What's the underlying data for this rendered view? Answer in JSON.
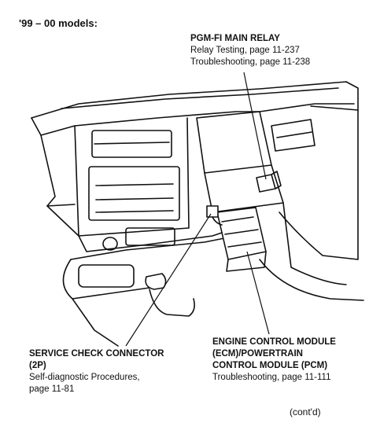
{
  "header": {
    "models": "'99 – 00 models:"
  },
  "callouts": {
    "relay": {
      "title": "PGM-FI MAIN RELAY",
      "lines": [
        "Relay Testing, page 11-237",
        "Troubleshooting, page 11-238"
      ]
    },
    "service_check": {
      "title_lines": [
        "SERVICE CHECK CONNECTOR",
        "(2P)"
      ],
      "lines": [
        "Self-diagnostic Procedures,",
        "page 11-81"
      ]
    },
    "ecm": {
      "title_lines": [
        "ENGINE CONTROL MODULE",
        "(ECM)/POWERTRAIN",
        "CONTROL MODULE (PCM)"
      ],
      "lines": [
        "Troubleshooting, page 11-111"
      ]
    }
  },
  "footer": {
    "contd": "(cont'd)"
  }
}
